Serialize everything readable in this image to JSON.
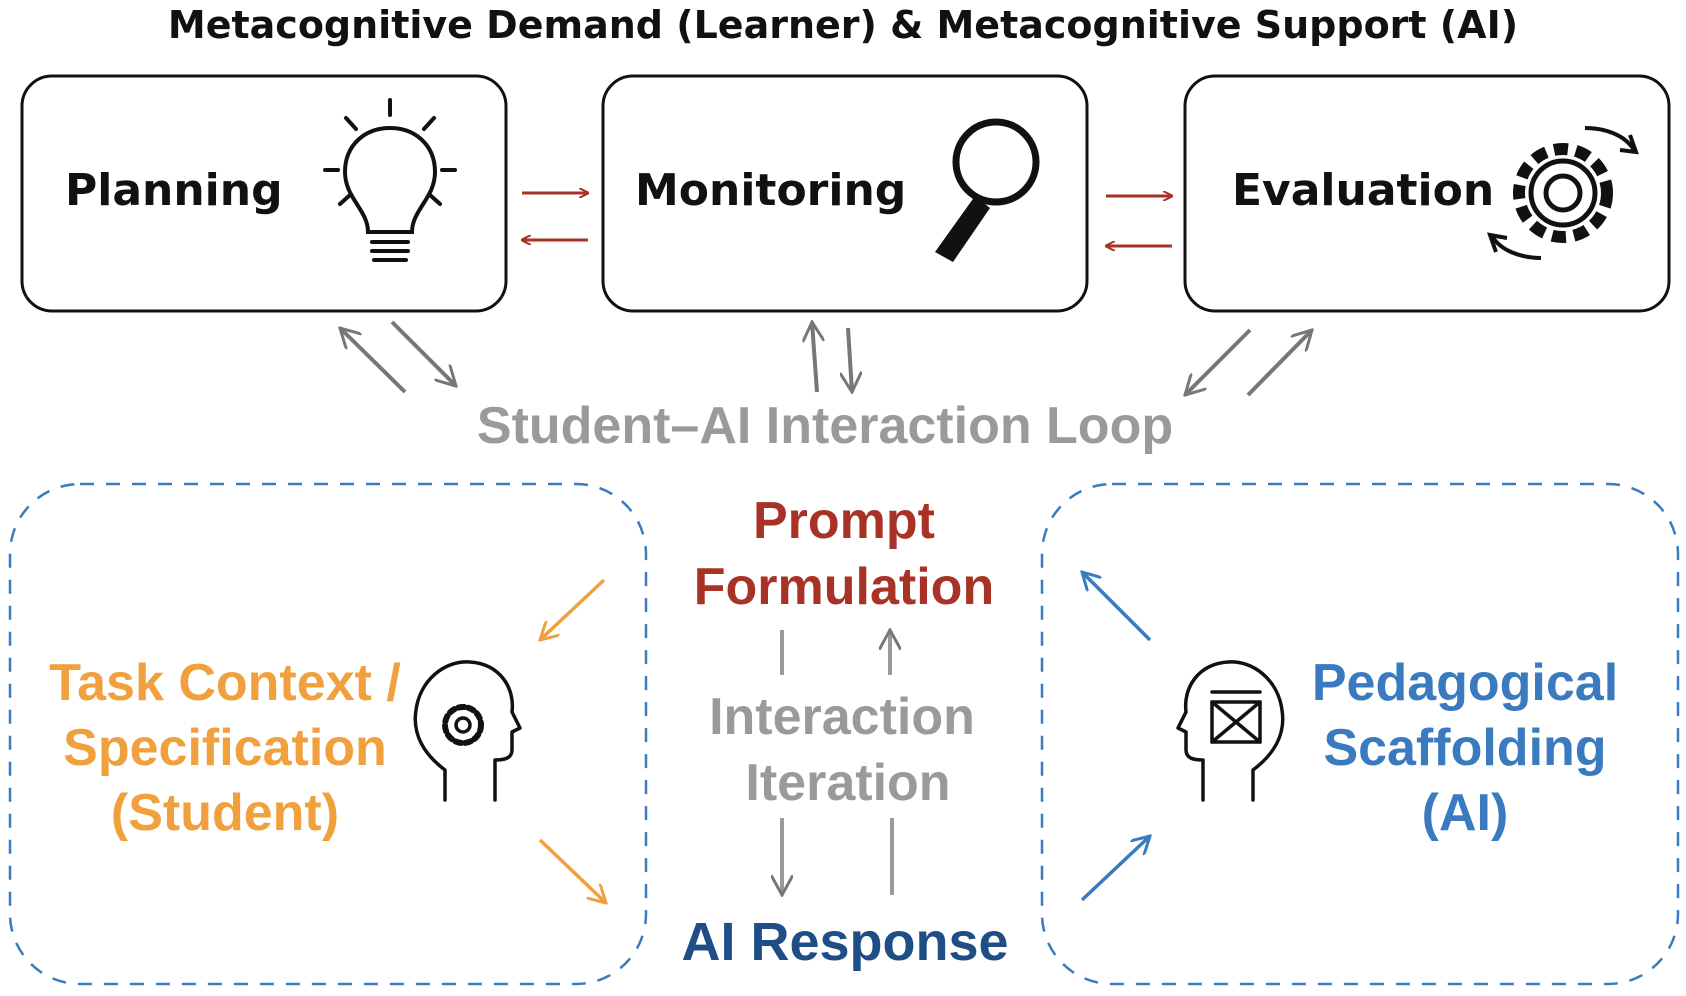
{
  "title": "Metacognitive Demand (Learner) & Metacognitive Support (AI)",
  "stages": [
    {
      "label": "Planning",
      "icon": "lightbulb-icon"
    },
    {
      "label": "Monitoring",
      "icon": "magnifier-icon"
    },
    {
      "label": "Evaluation",
      "icon": "gear-cycle-icon"
    }
  ],
  "loop_label": "Student–AI Interaction Loop",
  "left_box": {
    "lines": [
      "Task Context /",
      "Specification",
      "(Student)"
    ],
    "icon": "head-gear-icon"
  },
  "right_box": {
    "lines": [
      "Pedagogical",
      "Scaffolding",
      "(AI)"
    ],
    "icon": "head-scaffold-icon"
  },
  "center": {
    "prompt_lines": [
      "Prompt",
      "Formulation"
    ],
    "iteration_lines": [
      "Interaction",
      "Iteration"
    ],
    "response": "AI Response"
  },
  "colors": {
    "red": "#a93226",
    "gray": "#9a9a9a",
    "orange": "#f0a03c",
    "blue": "#3a7abf",
    "navy": "#1f4e86",
    "ink": "#111111"
  }
}
